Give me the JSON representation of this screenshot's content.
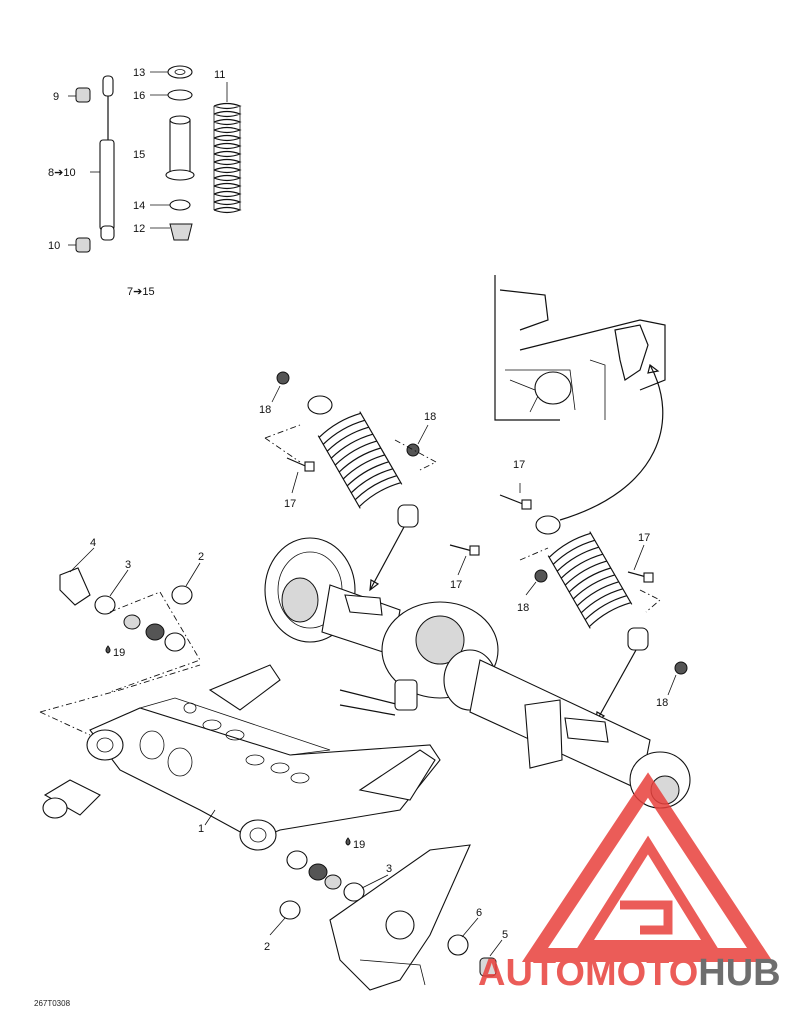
{
  "labels": {
    "l1": "1",
    "l2a": "2",
    "l2b": "2",
    "l3a": "3",
    "l3b": "3",
    "l4": "4",
    "l5": "5",
    "l6": "6",
    "l7": "7➔15",
    "l8": "8➔10",
    "l9": "9",
    "l10": "10",
    "l11": "11",
    "l12": "12",
    "l13": "13",
    "l14": "14",
    "l15": "15",
    "l16": "16",
    "l17a": "17",
    "l17b": "17",
    "l17c": "17",
    "l17d": "17",
    "l18a": "18",
    "l18b": "18",
    "l18c": "18",
    "l18d": "18",
    "l19a": "19",
    "l19b": "19"
  },
  "drawing_code": "267T0308",
  "watermark": {
    "part1": "AUTO",
    "part2": "MOTO",
    "part3": "HUB",
    "color_red": "#e8403c",
    "color_grey": "#555555"
  }
}
